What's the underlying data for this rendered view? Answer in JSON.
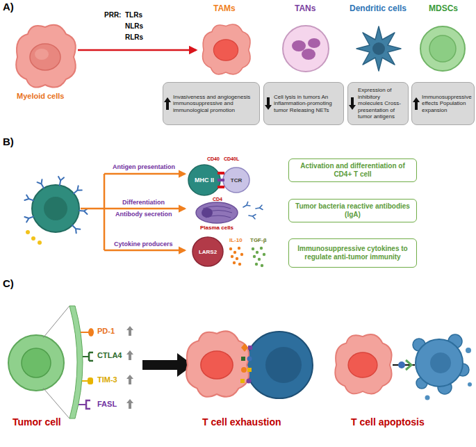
{
  "diagram": {
    "nodes": [
      {
        "text": [
          "Invasiveness and angiogenesis immunosuppressive and immunological promotion"
        ]
      },
      {
        "text": [
          "Cell lysis in tumors An inflammation-promoting tumor Releasing NETs"
        ]
      },
      {
        "text": [
          "Expression of inhibitory molecules Cross-presentation of tumor antigens"
        ]
      },
      {
        "text": [
          "Immunosuppressive effects Population expansion"
        ]
      },
      {
        "text": [
          "MHC II"
        ]
      },
      {
        "text": [
          "TCR"
        ]
      },
      {
        "text": [
          "Activation and differentiation of CD4+ T cell"
        ]
      },
      {
        "text": [
          "Tumor bacteria reactive antibodies (IgA)"
        ]
      },
      {
        "text": [
          "LARS2"
        ]
      },
      {
        "text": [
          "Immunosuppressive cytokines to regulate anti-tumor immunity"
        ]
      }
    ],
    "labels": [
      "A)",
      "PRR:",
      "TLRs",
      "NLRs",
      "RLRs",
      "Myeloid cells",
      "TAMs",
      "TANs",
      "Dendritic cells",
      "MDSCs",
      "B)",
      "Antigen presentation",
      "Differentiation",
      "Antibody secretion",
      "Cytokine producers",
      "CD40",
      "CD40L",
      "CD4",
      "Plasma cells",
      "IL-10",
      "TGF-β",
      "C)",
      "PD-1",
      "CTLA4",
      "TIM-3",
      "FASL",
      "Tumor cell",
      "T cell exhaustion",
      "T cell apoptosis"
    ]
  }
}
